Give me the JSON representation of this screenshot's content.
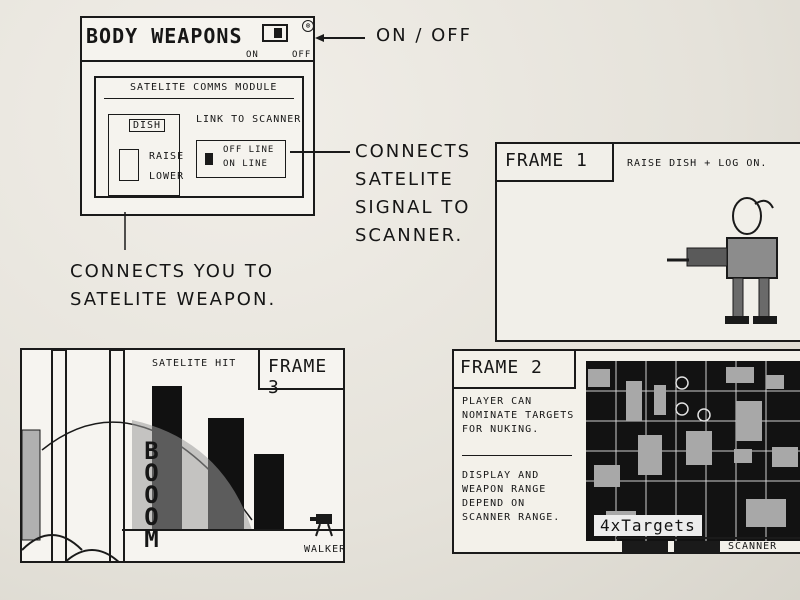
{
  "top_panel": {
    "title": "BODY WEAPONS",
    "on_label": "ON",
    "off_label": "OFF",
    "module_title": "SATELITE COMMS MODULE",
    "dish_label": "DISH",
    "raise_label": "RAISE",
    "lower_label": "LOWER",
    "link_title": "LINK TO SCANNER",
    "offline_label": "OFF LINE",
    "online_label": "ON LINE"
  },
  "callouts": {
    "on_off": "ON / OFF",
    "connects_satelite": [
      "CONNECTS",
      "SATELITE",
      "SIGNAL TO",
      "SCANNER."
    ],
    "connects_you": [
      "CONNECTS YOU TO",
      "SATELITE WEAPON."
    ]
  },
  "frame1": {
    "title": "FRAME 1",
    "caption": "RAISE DISH + LOG ON."
  },
  "frame3": {
    "title": "FRAME 3",
    "hit_label": "SATELITE HIT",
    "boom": "BOOOM",
    "walker_label": "WALKER"
  },
  "frame2": {
    "title": "FRAME 2",
    "text1": [
      "PLAYER CAN",
      "NOMINATE TARGETS",
      "FOR NUKING."
    ],
    "text2": [
      "DISPLAY AND",
      "WEAPON RANGE",
      "DEPEND ON",
      "SCANNER RANGE."
    ],
    "targets": "4xTargets",
    "scanner": "SCANNER"
  },
  "colors": {
    "ink": "#161616",
    "paper": "#e9e6df",
    "screen_dark": "#121212",
    "stipple": "#9a9a9a"
  }
}
